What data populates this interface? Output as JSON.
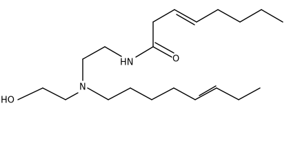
{
  "structure": {
    "atoms": {
      "hydroxyl": "HO",
      "amine_n": "N",
      "amide_nh": "HN",
      "carbonyl_o": "O"
    },
    "colors": {
      "bond": "#000000",
      "text": "#000000",
      "background": "#ffffff"
    }
  }
}
